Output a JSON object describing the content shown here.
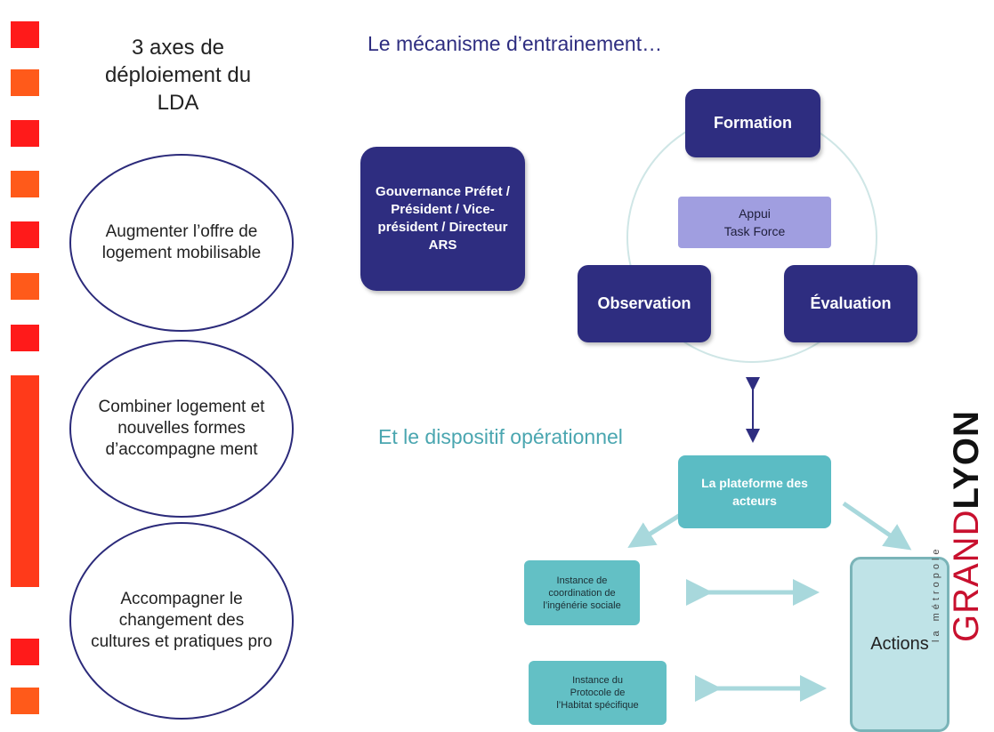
{
  "colors": {
    "accent_red": "#ff1a1a",
    "accent_orange": "#ff5a1a",
    "navy": "#2e2d80",
    "lavender": "#a09ee0",
    "teal": "#5bbcc4",
    "teal_text": "#4aa6b0",
    "logo_red": "#c8102e"
  },
  "left": {
    "title": "3 axes de déploiement du LDA",
    "axes": [
      {
        "label": "Augmenter l’offre de logement mobilisable"
      },
      {
        "label": "Combiner logement et nouvelles formes d’accompagne ment"
      },
      {
        "label": "Accompagner le changement des cultures et pratiques pro"
      }
    ]
  },
  "right": {
    "heading_top": "Le mécanisme d’entrainement…",
    "gouvernance": "Gouvernance Préfet / Président / Vice-président / Directeur ARS",
    "formation": "Formation",
    "appui": "Appui\nTask Force",
    "observation": "Observation",
    "evaluation": "Évaluation",
    "heading_bottom": "Et le dispositif opérationnel",
    "plateforme": "La plateforme des acteurs",
    "instance_coordination": "Instance de\ncoordination de\nl’ingénérie sociale",
    "instance_protocole": "Instance du\nProtocole de\nl’Habitat spécifique",
    "actions": "Actions"
  },
  "logo": {
    "subtitle": "la métropole",
    "grand": "GRAND",
    "lyon": "LYON"
  }
}
